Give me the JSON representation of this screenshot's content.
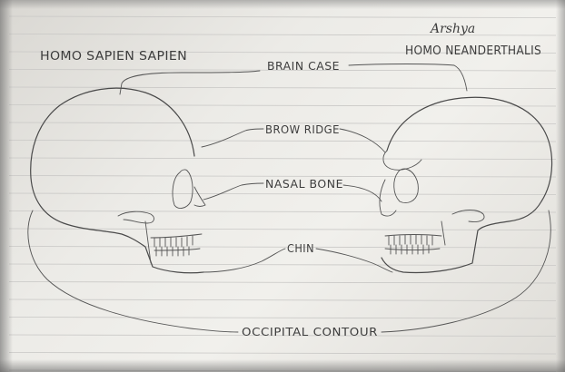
{
  "headings": {
    "left_species": "HOMO SAPIEN SAPIEN",
    "right_species": "HOMO NEANDERTHALIS",
    "signature": "Arshya"
  },
  "labels": {
    "brain_case": "BRAIN CASE",
    "brow_ridge": "BROW RIDGE",
    "nasal_bone": "NASAL BONE",
    "chin": "CHIN",
    "occipital_contour": "OCCIPITAL CONTOUR"
  },
  "colors": {
    "paper": "#ecebe7",
    "pencil": "#4a4a4a",
    "ruled_line": "#c9c8c6"
  }
}
